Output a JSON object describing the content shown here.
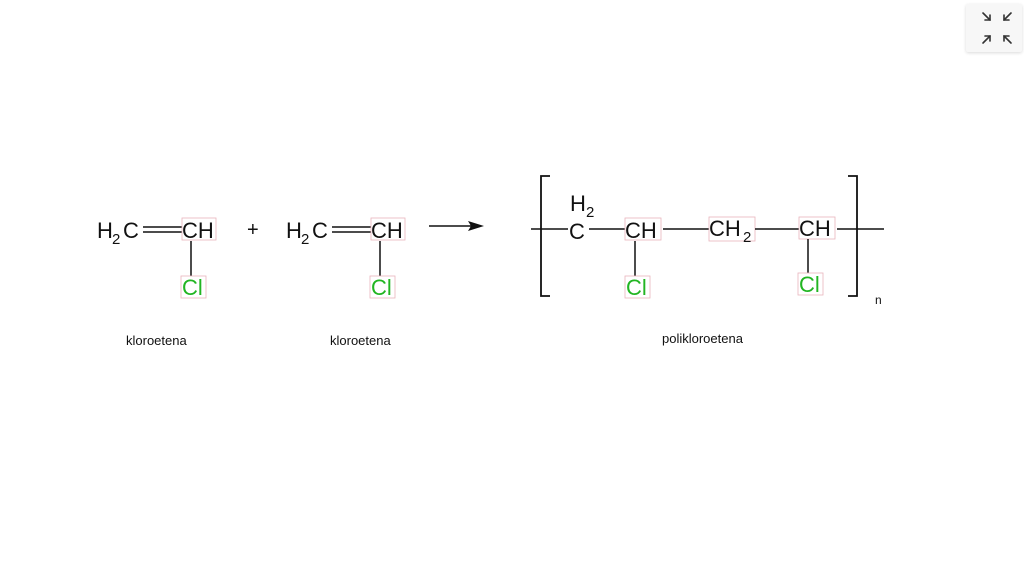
{
  "reaction": {
    "monomer1": {
      "h": "H",
      "sub": "2",
      "c": "C",
      "ch": "CH",
      "cl": "Cl"
    },
    "plus": "+",
    "monomer2": {
      "h": "H",
      "sub": "2",
      "c": "C",
      "ch": "CH",
      "cl": "Cl"
    },
    "polymer": {
      "h2_h": "H",
      "h2_sub": "2",
      "c": "C",
      "ch1": "CH",
      "cl1": "Cl",
      "ch2_c": "CH",
      "ch2_sub": "2",
      "ch3": "CH",
      "cl2": "Cl",
      "n": "n"
    }
  },
  "captions": {
    "monomer1": "kloroetena",
    "monomer2": "kloroetena",
    "polymer": "polikloroetena"
  },
  "colors": {
    "chlorine": "#22b522",
    "text": "#111111",
    "highlight": "#e8b4bc"
  },
  "toolbar": {
    "icon": "collapse-arrows-icon"
  }
}
